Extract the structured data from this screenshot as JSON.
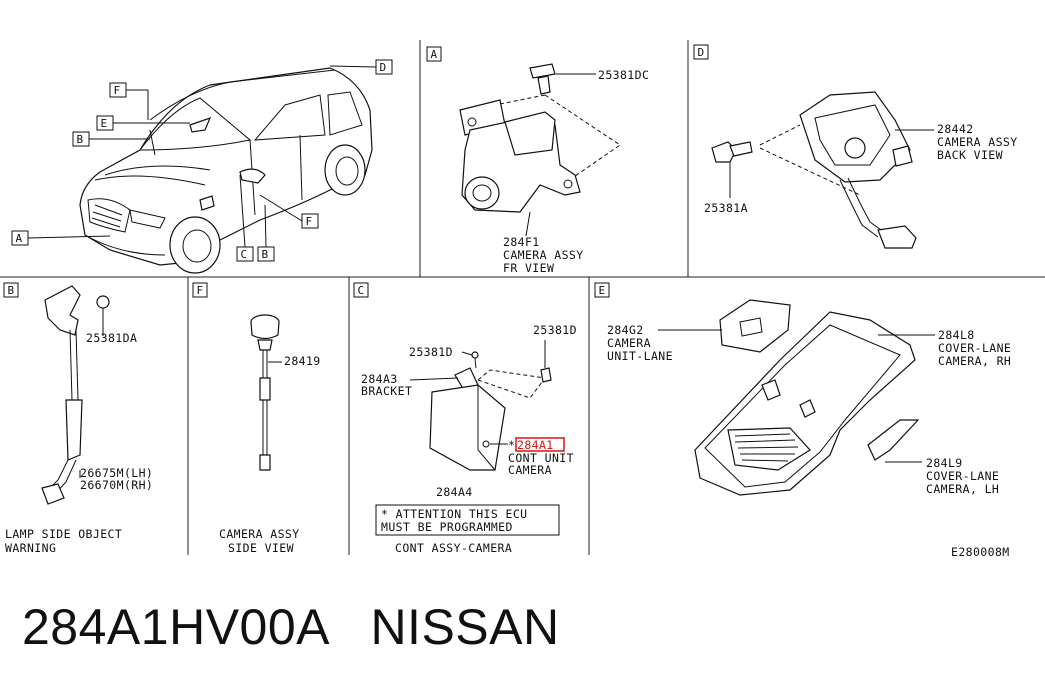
{
  "diagram": {
    "code": "E280008M",
    "overview_callouts": {
      "a": "A",
      "b": "B",
      "c": "C",
      "d": "D",
      "e": "E",
      "f": "F",
      "b2": "B",
      "f2": "F"
    },
    "panels": {
      "a": {
        "letter": "A",
        "parts": [
          {
            "id": "25381DC",
            "text": [
              "25381DC"
            ]
          },
          {
            "id": "284F1",
            "text": [
              "284F1",
              "CAMERA ASSY",
              "FR VIEW"
            ]
          }
        ]
      },
      "d": {
        "letter": "D",
        "parts": [
          {
            "id": "28442",
            "text": [
              "28442",
              "CAMERA ASSY",
              "BACK VIEW"
            ]
          },
          {
            "id": "25381A",
            "text": [
              "25381A"
            ]
          }
        ]
      },
      "b": {
        "letter": "B",
        "parts": [
          {
            "id": "25381DA",
            "text": [
              "25381DA"
            ]
          },
          {
            "id": "26675M",
            "text": [
              "26675M(LH)",
              "26670M(RH)"
            ]
          }
        ],
        "caption": [
          "LAMP SIDE OBJECT",
          "WARNING"
        ]
      },
      "f": {
        "letter": "F",
        "parts": [
          {
            "id": "28419",
            "text": [
              "28419"
            ]
          }
        ],
        "caption": [
          "CAMERA ASSY",
          "SIDE VIEW"
        ]
      },
      "c": {
        "letter": "C",
        "parts": [
          {
            "id": "25381D",
            "text": [
              "25381D"
            ]
          },
          {
            "id": "25381D-2",
            "text": [
              "25381D"
            ]
          },
          {
            "id": "284A3",
            "text": [
              "284A3",
              "BRACKET"
            ]
          },
          {
            "id": "284A1",
            "text": [
              "284A1"
            ],
            "highlighted": true
          },
          {
            "id": "284A1-desc",
            "text": [
              "CONT UNIT",
              "CAMERA"
            ]
          },
          {
            "id": "284A4",
            "text": [
              "284A4"
            ]
          }
        ],
        "asterisk": "*",
        "notice": [
          "* ATTENTION THIS ECU",
          "MUST BE PROGRAMMED"
        ],
        "caption": [
          "CONT ASSY-CAMERA"
        ]
      },
      "e": {
        "letter": "E",
        "parts": [
          {
            "id": "284G2",
            "text": [
              "284G2",
              "CAMERA",
              "UNIT-LANE"
            ]
          },
          {
            "id": "284L8",
            "text": [
              "284L8",
              "COVER-LANE",
              "CAMERA, RH"
            ]
          },
          {
            "id": "284L9",
            "text": [
              "284L9",
              "COVER-LANE",
              "CAMERA, LH"
            ]
          }
        ]
      }
    },
    "colors": {
      "highlight": "#e02020",
      "ink": "#111111"
    }
  },
  "caption": {
    "part_number": "284A1HV00A",
    "brand": "NISSAN"
  }
}
